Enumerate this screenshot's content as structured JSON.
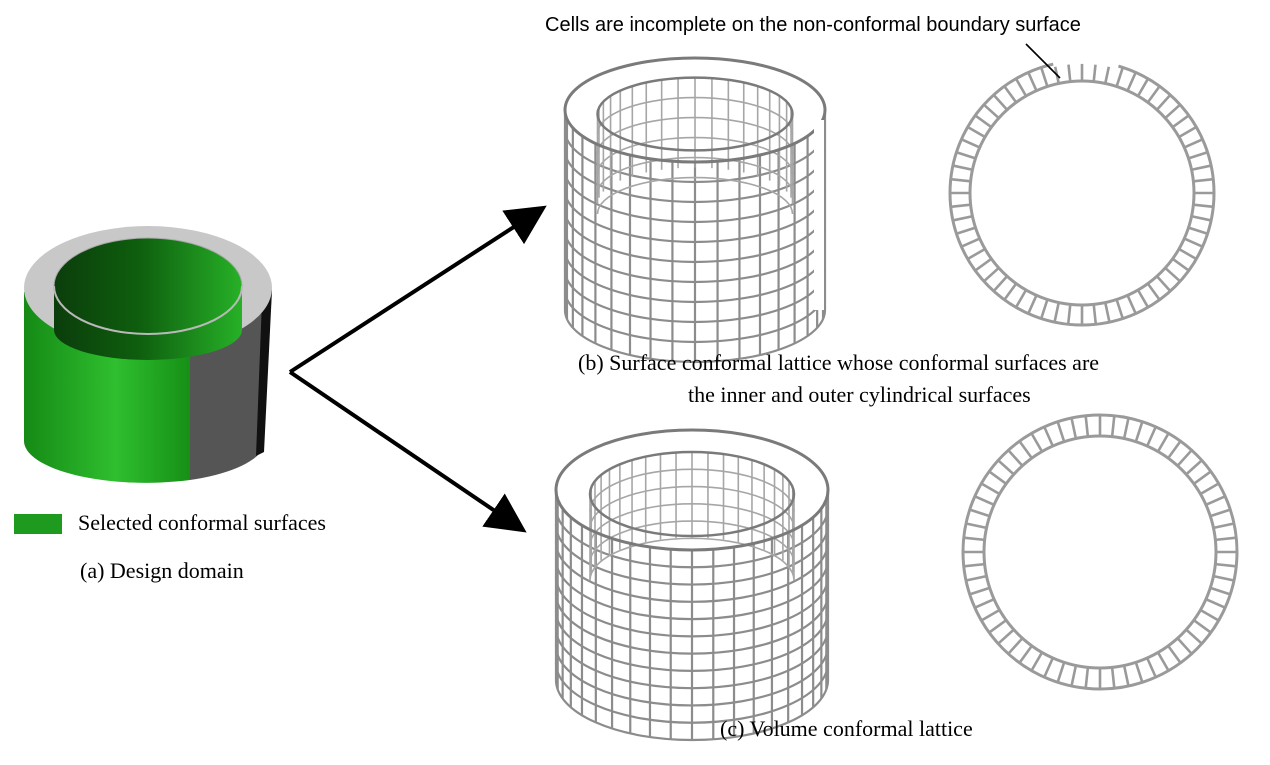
{
  "callout": "Cells are incomplete on the non-conformal boundary surface",
  "legend": {
    "label": "Selected conformal surfaces",
    "color": "#1e9a1e"
  },
  "captions": {
    "a": "(a) Design domain",
    "b_line1": "(b) Surface conformal lattice whose conformal surfaces are",
    "b_line2": "the inner and outer cylindrical surfaces",
    "c": "(c) Volume conformal lattice"
  },
  "colors": {
    "conformal_surface": "#1e9a1e",
    "boundary_face": "#555555",
    "top_face": "#c8c8c8",
    "lattice": "#9a9a9a",
    "arrow": "#000000"
  },
  "panels": [
    {
      "id": "design-domain",
      "shape": "cylindrical-shell-with-cut-face"
    },
    {
      "id": "surface-conformal-3d",
      "shape": "lattice-cylinder"
    },
    {
      "id": "surface-conformal-top",
      "shape": "ring-lattice-incomplete-cells"
    },
    {
      "id": "volume-conformal-3d",
      "shape": "lattice-cylinder"
    },
    {
      "id": "volume-conformal-top",
      "shape": "ring-lattice-complete-cells"
    }
  ]
}
